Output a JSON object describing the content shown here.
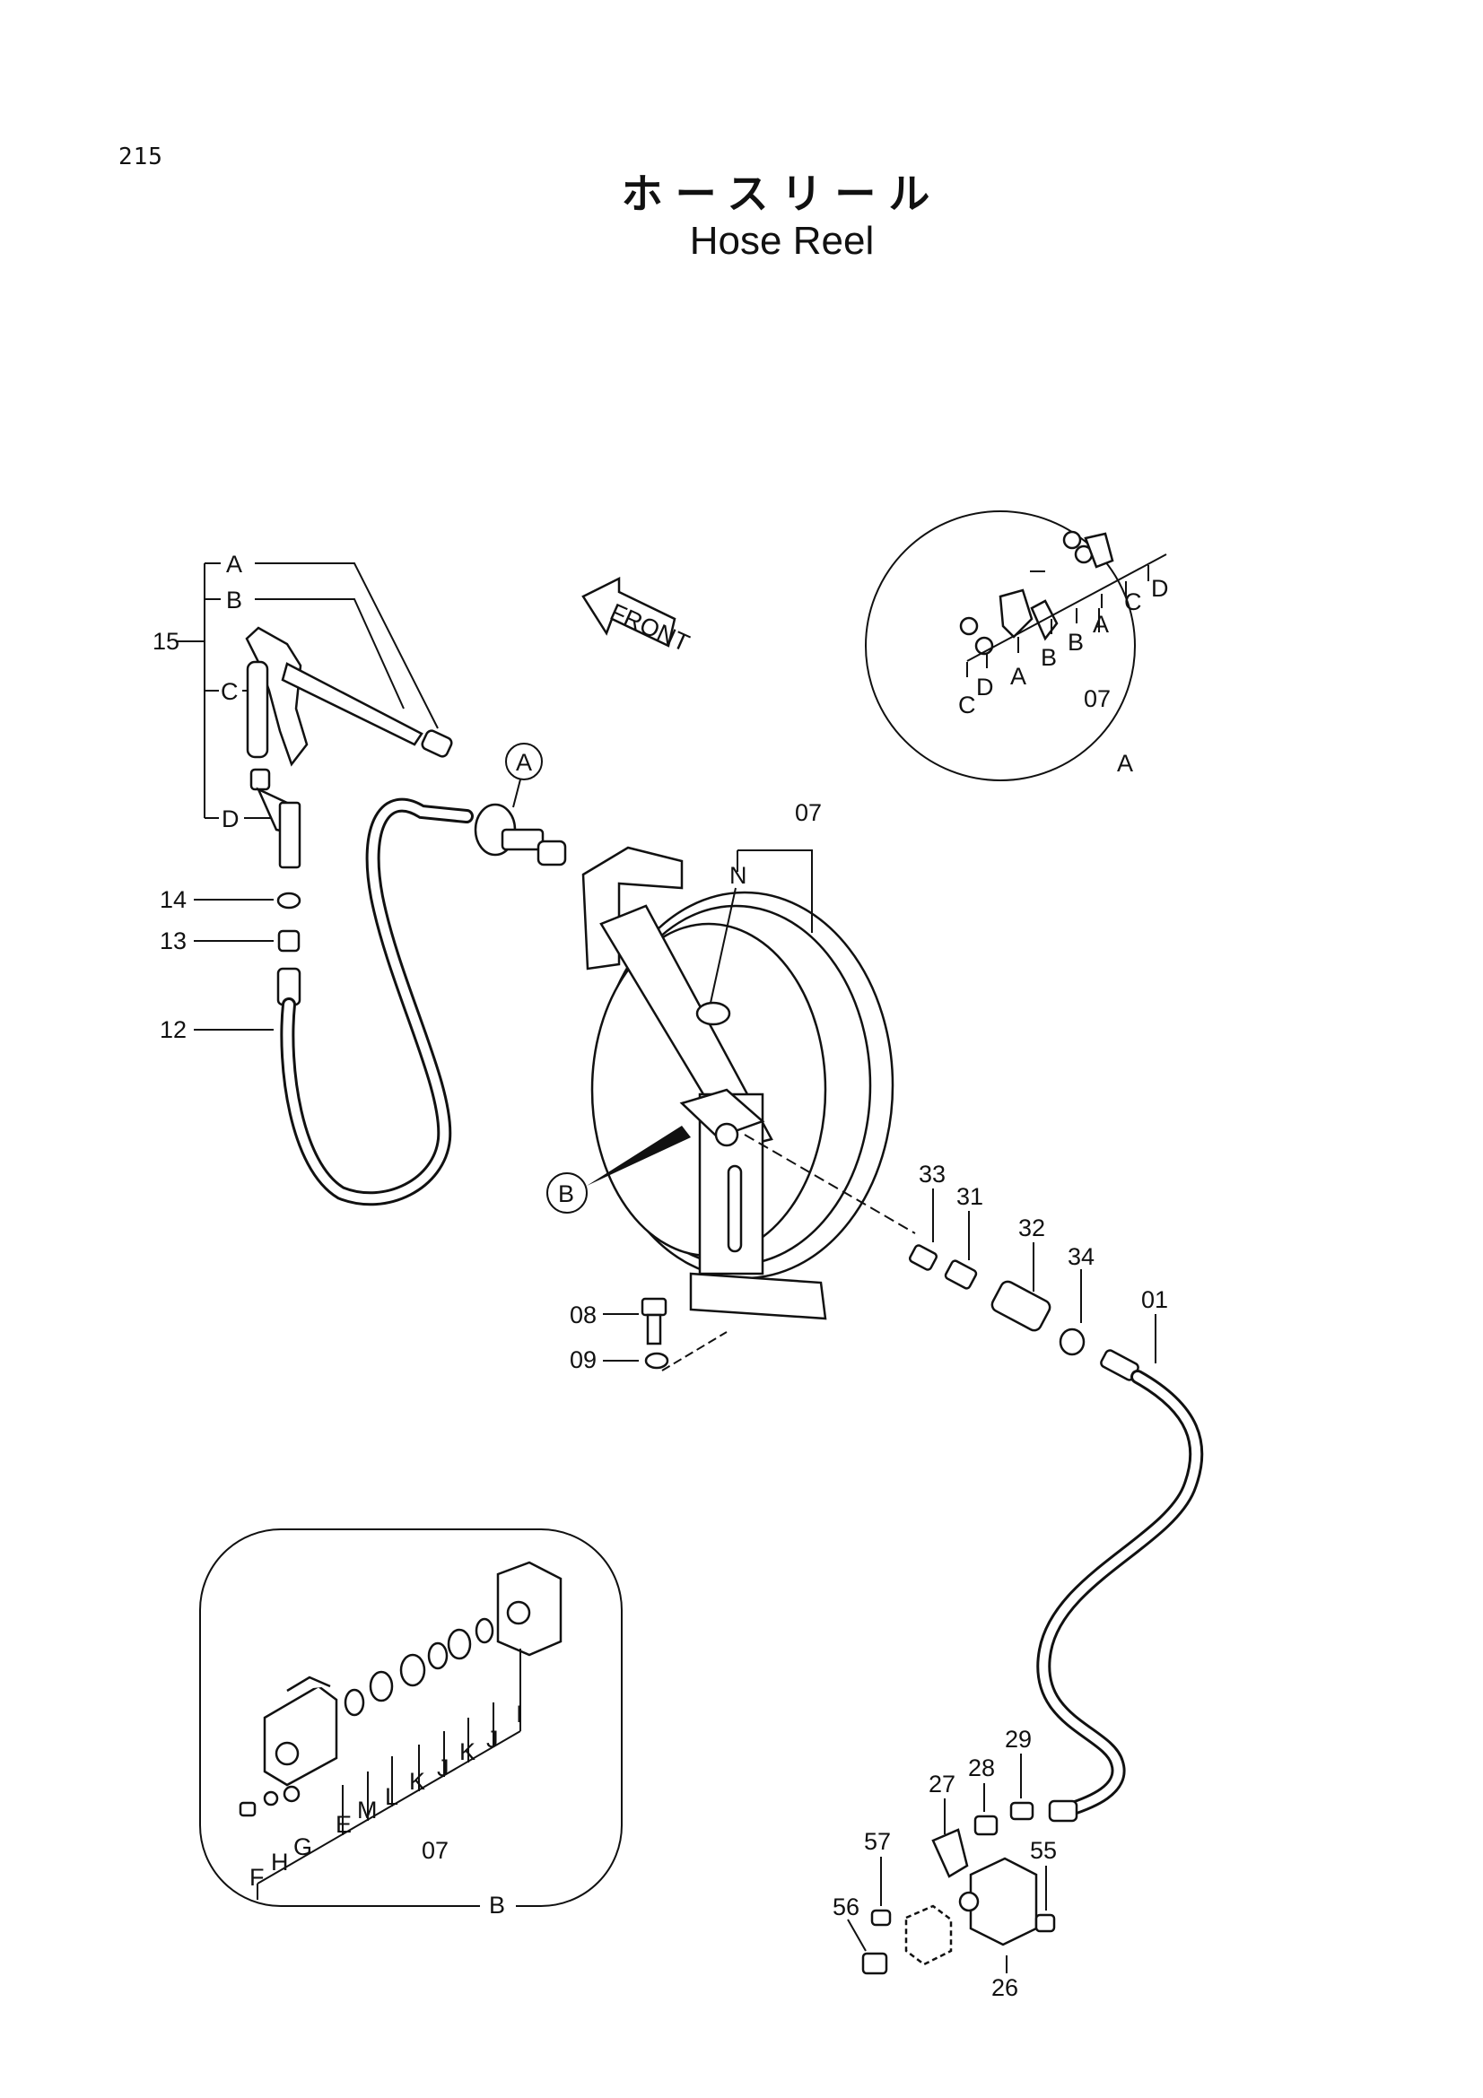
{
  "page_number": "215",
  "title_jp": "ホースリール",
  "title_en": "Hose Reel",
  "front_label": "FRONT",
  "callouts": {
    "A": "A",
    "B": "B",
    "C": "C",
    "D": "D",
    "E": "E",
    "F": "F",
    "G": "G",
    "H": "H",
    "I": "I",
    "J": "J",
    "K": "K",
    "L": "L",
    "M": "M",
    "N": "N"
  },
  "parts": {
    "p01": "01",
    "p07": "07",
    "p08": "08",
    "p09": "09",
    "p12": "12",
    "p13": "13",
    "p14": "14",
    "p15": "15",
    "p26": "26",
    "p27": "27",
    "p28": "28",
    "p29": "29",
    "p31": "31",
    "p32": "32",
    "p33": "33",
    "p34": "34",
    "p55": "55",
    "p56": "56",
    "p57": "57"
  }
}
